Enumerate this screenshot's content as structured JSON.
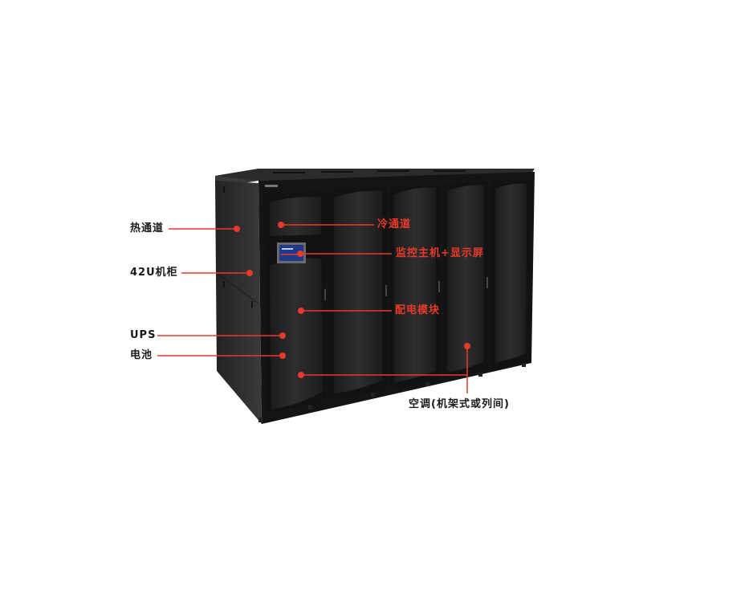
{
  "diagram": {
    "title": "Micro data center cabinet component diagram",
    "colors": {
      "callout": "#e8392a",
      "cabinet": "#161616",
      "cabinet_side": "#2c2c2c",
      "door_glass": "#262626",
      "screen": "#1f3a8a",
      "background": "#ffffff"
    },
    "labels": {
      "hot_aisle": "热通道",
      "rack_42u": "42U机柜",
      "ups": "UPS",
      "battery": "电池",
      "cold_aisle": "冷通道",
      "monitor_host": "监控主机+显示屏",
      "pdu": "配电模块",
      "air_conditioner": "空调(机架式或列间)"
    },
    "brand_mark": "logo"
  }
}
